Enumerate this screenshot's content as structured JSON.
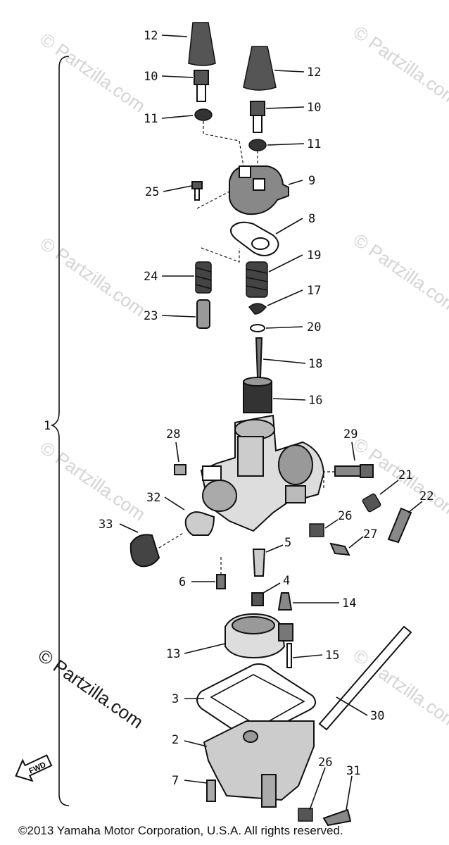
{
  "watermark": {
    "text": "Partzilla.com",
    "symbol": "©"
  },
  "fwd_label": "FWD",
  "callouts": [
    {
      "id": "12a",
      "text": "12"
    },
    {
      "id": "10a",
      "text": "10"
    },
    {
      "id": "11a",
      "text": "11"
    },
    {
      "id": "12b",
      "text": "12"
    },
    {
      "id": "10b",
      "text": "10"
    },
    {
      "id": "11b",
      "text": "11"
    },
    {
      "id": "25",
      "text": "25"
    },
    {
      "id": "9",
      "text": "9"
    },
    {
      "id": "8",
      "text": "8"
    },
    {
      "id": "24",
      "text": "24"
    },
    {
      "id": "19",
      "text": "19"
    },
    {
      "id": "17",
      "text": "17"
    },
    {
      "id": "23",
      "text": "23"
    },
    {
      "id": "20",
      "text": "20"
    },
    {
      "id": "18",
      "text": "18"
    },
    {
      "id": "16",
      "text": "16"
    },
    {
      "id": "1",
      "text": "1"
    },
    {
      "id": "28",
      "text": "28"
    },
    {
      "id": "29",
      "text": "29"
    },
    {
      "id": "21",
      "text": "21"
    },
    {
      "id": "22",
      "text": "22"
    },
    {
      "id": "32",
      "text": "32"
    },
    {
      "id": "33",
      "text": "33"
    },
    {
      "id": "26a",
      "text": "26"
    },
    {
      "id": "27",
      "text": "27"
    },
    {
      "id": "5",
      "text": "5"
    },
    {
      "id": "6",
      "text": "6"
    },
    {
      "id": "4",
      "text": "4"
    },
    {
      "id": "14",
      "text": "14"
    },
    {
      "id": "13",
      "text": "13"
    },
    {
      "id": "15",
      "text": "15"
    },
    {
      "id": "3",
      "text": "3"
    },
    {
      "id": "30",
      "text": "30"
    },
    {
      "id": "2",
      "text": "2"
    },
    {
      "id": "7",
      "text": "7"
    },
    {
      "id": "26b",
      "text": "26"
    },
    {
      "id": "31",
      "text": "31"
    }
  ],
  "copyright": "©2013  Yamaha Motor Corporation, U.S.A. All rights reserved."
}
